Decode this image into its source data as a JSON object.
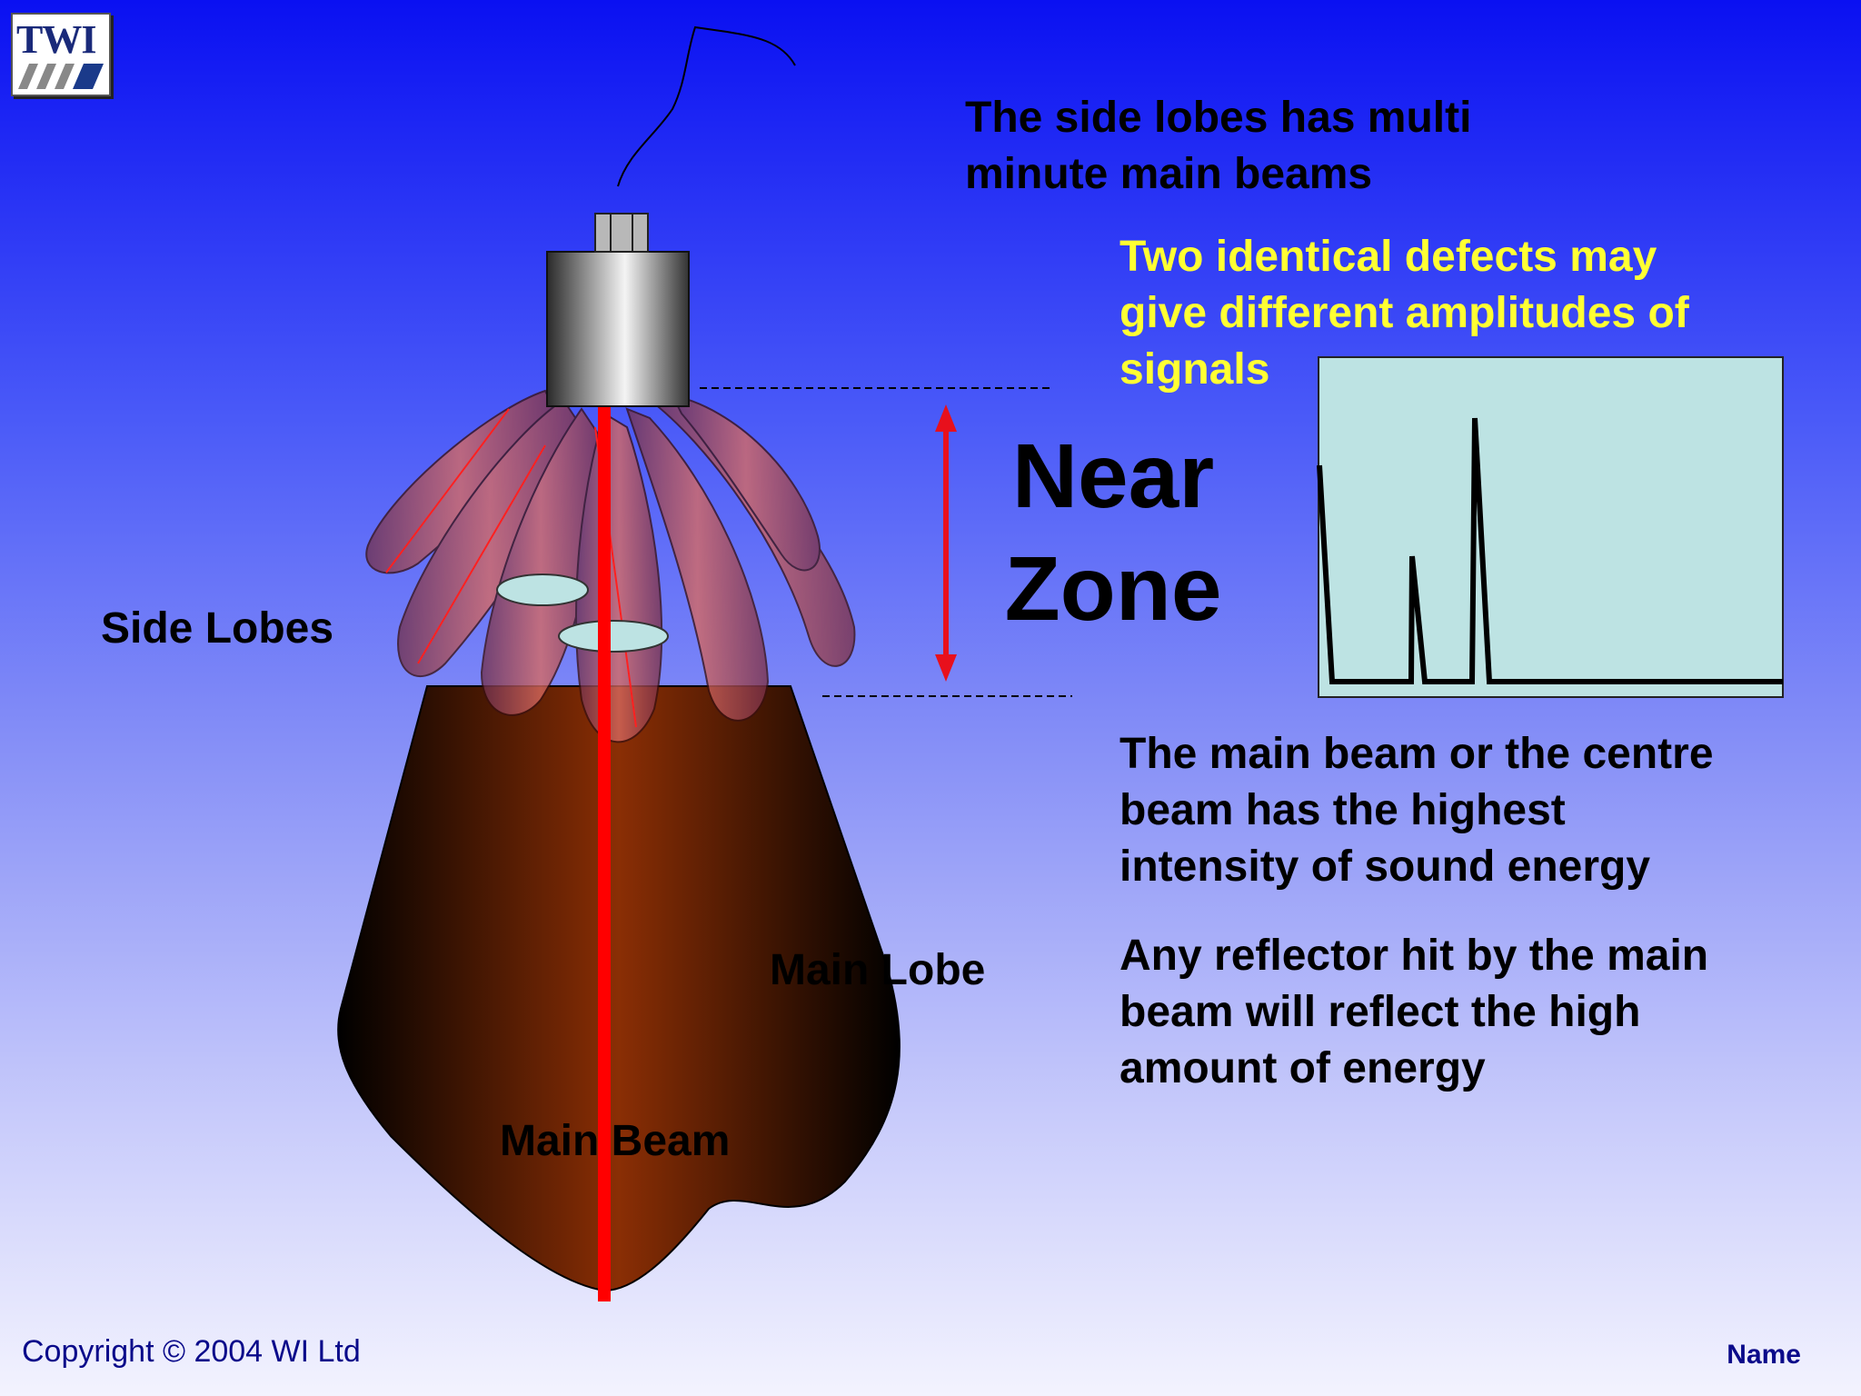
{
  "logo": {
    "text": "TWI"
  },
  "texts": {
    "side_lobes_note": [
      "The side lobes has multi",
      "minute main beams"
    ],
    "defects_note": [
      "Two identical defects may",
      "give different amplitudes of",
      "signals"
    ],
    "main_beam_note": [
      "The main beam or the centre",
      "beam has the highest",
      "intensity of sound energy"
    ],
    "reflector_note": [
      "Any reflector hit by the main",
      "beam will reflect the high",
      "amount of energy"
    ]
  },
  "near_zone": [
    "Near",
    "Zone"
  ],
  "labels": {
    "side_lobes": "Side Lobes",
    "main_lobe": "Main Lobe",
    "main_beam": "Main Beam"
  },
  "footer": {
    "copyright": "Copyright © 2004 WI Ltd",
    "name": "Name"
  },
  "colors": {
    "main_beam_line": "#ff0000",
    "lobe_dark": "#1a0500",
    "lobe_mid": "#8a2a06",
    "side_lobe": "#c05a5a",
    "screen_bg": "#bde3e3",
    "highlight_text": "#ffff33"
  }
}
